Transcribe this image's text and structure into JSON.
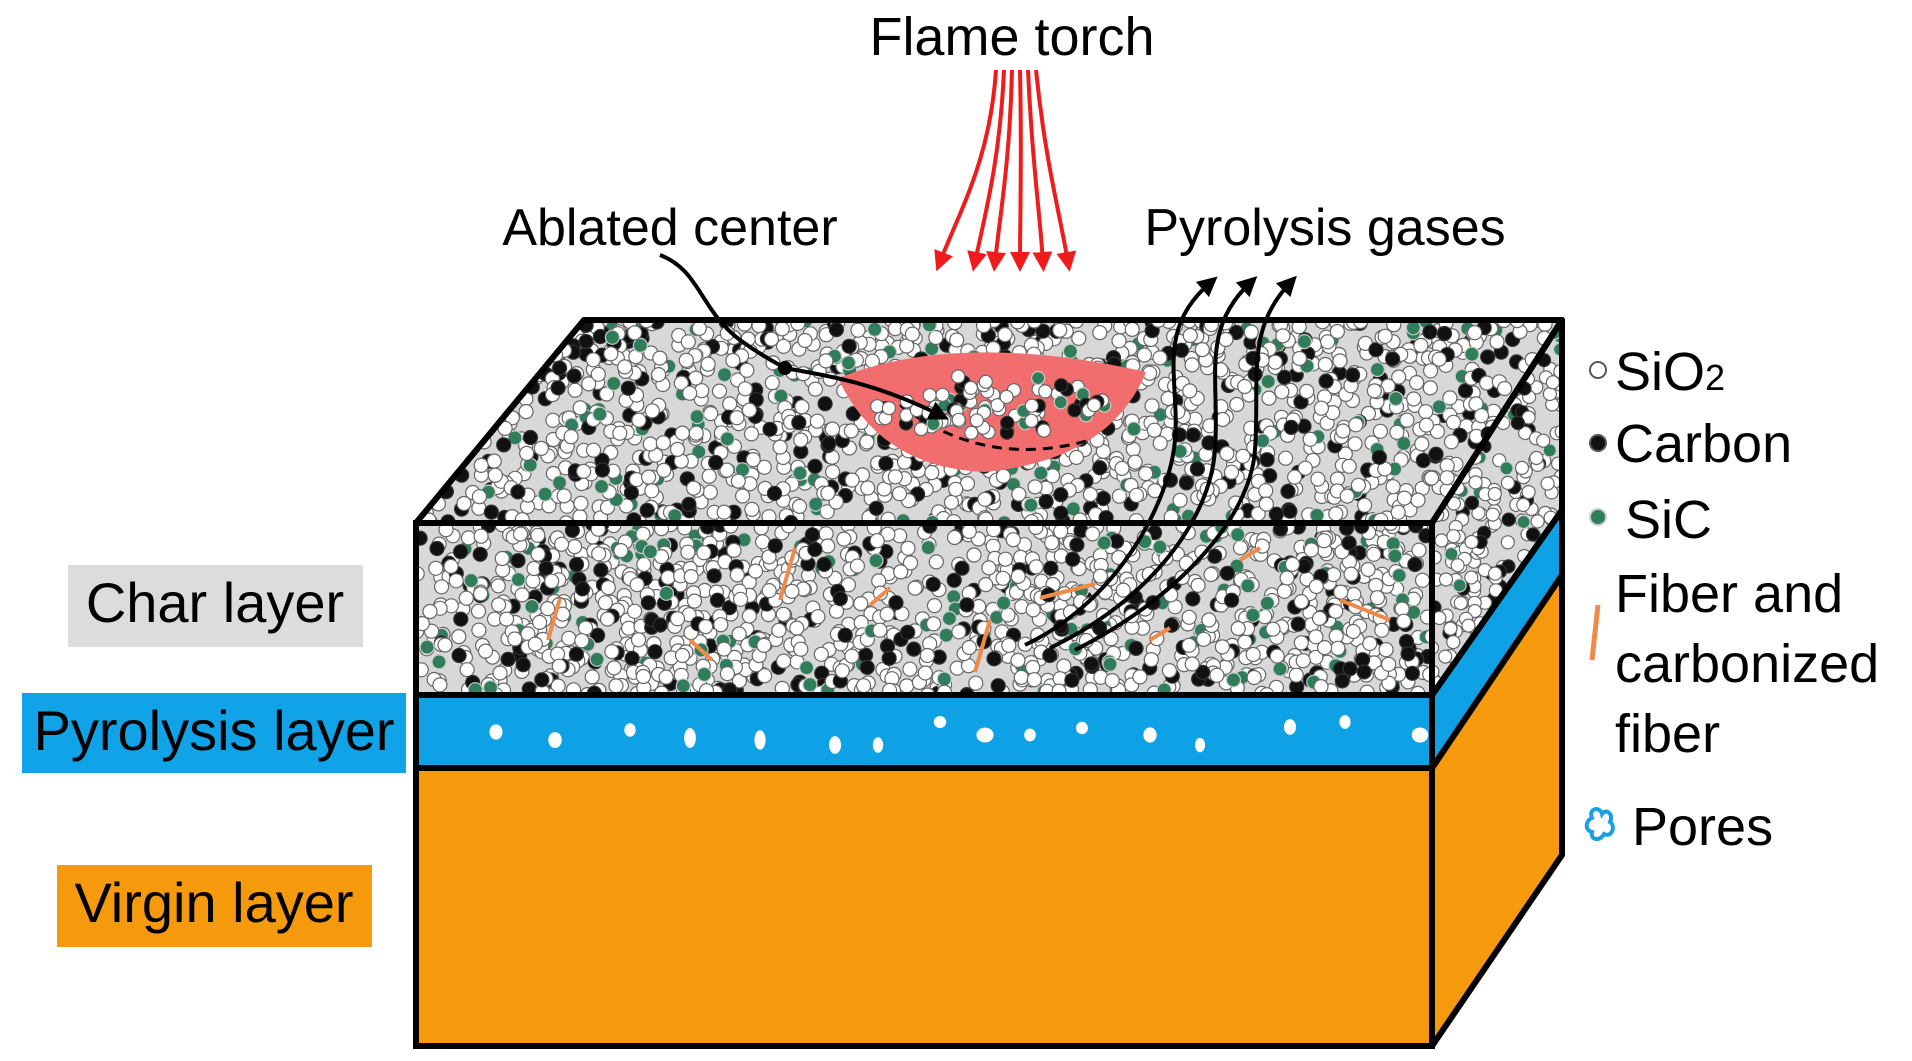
{
  "annotations": {
    "flame_torch": "Flame torch",
    "ablated_center": "Ablated center",
    "pyrolysis_gases": "Pyrolysis gases"
  },
  "layers": {
    "char": {
      "label": "Char layer",
      "label_bg": "#dcdcdc",
      "color": "#d8d8d8"
    },
    "pyrolysis": {
      "label": "Pyrolysis layer",
      "label_bg": "#10a3e8",
      "color": "#0ea1e6"
    },
    "virgin": {
      "label": "Virgin layer",
      "label_bg": "#f59a0c",
      "color": "#f59a0c"
    }
  },
  "legend": {
    "sio2": "SiO",
    "sio2_subscript": "2",
    "carbon": "Carbon",
    "sic": "SiC",
    "fiber_line1": "Fiber and",
    "fiber_line2": "carbonized",
    "fiber_line3": "fiber",
    "pores": "Pores"
  },
  "colors": {
    "sio2": "#ffffff",
    "carbon": "#111111",
    "sic": "#2f7d5a",
    "fiber": "#f08a4b",
    "flame": "#ee1c1c",
    "ablated": "#f26d6d",
    "pore": "#ffffff",
    "pore_icon": "#19a0e4"
  }
}
